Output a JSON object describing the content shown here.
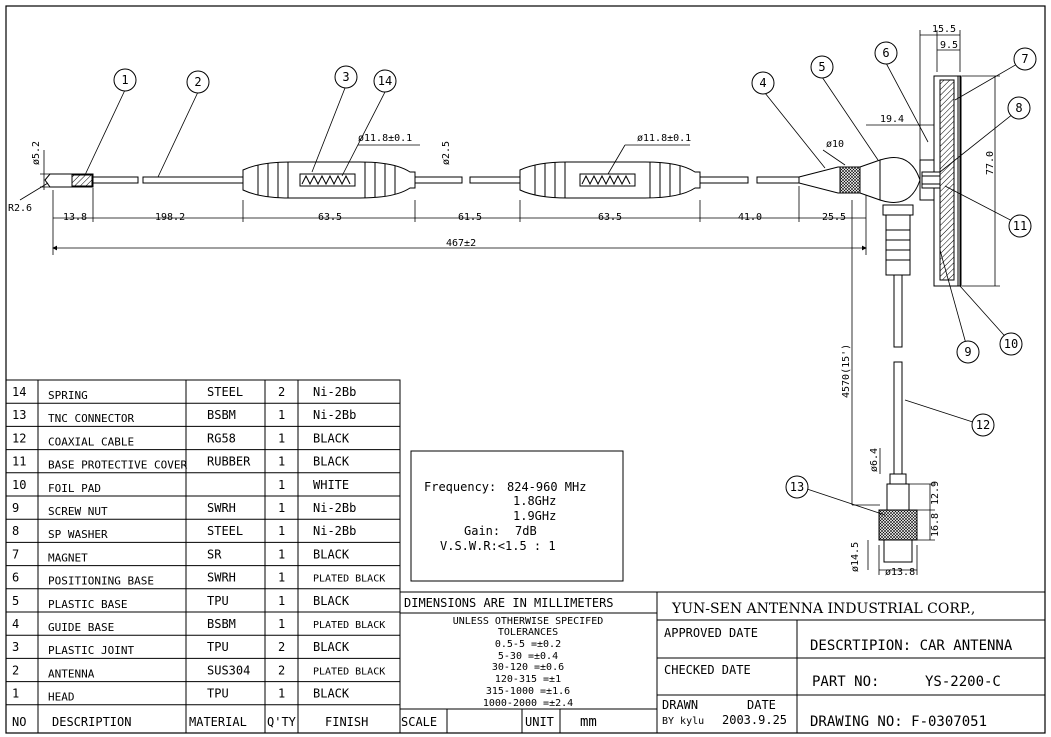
{
  "drawing": {
    "dims": {
      "r26": "R2.6",
      "d52": "ø5.2",
      "d118a": "ø11.8±0.1",
      "d118b": "ø11.8±0.1",
      "d25": "ø2.5",
      "d10": "ø10",
      "s138": "13.8",
      "s1982": "198.2",
      "s635a": "63.5",
      "s615": "61.5",
      "s635b": "63.5",
      "s410": "41.0",
      "s255": "25.5",
      "total": "467±2",
      "w155": "15.5",
      "w95": "9.5",
      "w194": "19.4",
      "h770": "77.0",
      "cable": "4570(15')",
      "d64": "ø6.4",
      "h129": "12.9",
      "h168": "16.8",
      "d145": "ø14.5",
      "d138": "ø13.8"
    },
    "balloons": [
      "1",
      "2",
      "3",
      "14",
      "4",
      "5",
      "6",
      "7",
      "8",
      "11",
      "9",
      "10",
      "12",
      "13"
    ]
  },
  "bom": {
    "rows": [
      {
        "no": "14",
        "desc": "SPRING",
        "mat": "STEEL",
        "qty": "2",
        "fin": "Ni-2Bb"
      },
      {
        "no": "13",
        "desc": "TNC CONNECTOR",
        "mat": "BSBM",
        "qty": "1",
        "fin": "Ni-2Bb"
      },
      {
        "no": "12",
        "desc": "COAXIAL CABLE",
        "mat": "RG58",
        "qty": "1",
        "fin": "BLACK"
      },
      {
        "no": "11",
        "desc": "BASE PROTECTIVE COVER",
        "mat": "RUBBER",
        "qty": "1",
        "fin": "BLACK"
      },
      {
        "no": "10",
        "desc": "FOIL PAD",
        "mat": "",
        "qty": "1",
        "fin": "WHITE"
      },
      {
        "no": "9",
        "desc": "SCREW NUT",
        "mat": "SWRH",
        "qty": "1",
        "fin": "Ni-2Bb"
      },
      {
        "no": "8",
        "desc": "SP WASHER",
        "mat": "STEEL",
        "qty": "1",
        "fin": "Ni-2Bb"
      },
      {
        "no": "7",
        "desc": "MAGNET",
        "mat": "SR",
        "qty": "1",
        "fin": "BLACK"
      },
      {
        "no": "6",
        "desc": "POSITIONING BASE",
        "mat": "SWRH",
        "qty": "1",
        "fin": "PLATED BLACK"
      },
      {
        "no": "5",
        "desc": "PLASTIC BASE",
        "mat": "TPU",
        "qty": "1",
        "fin": "BLACK"
      },
      {
        "no": "4",
        "desc": "GUIDE BASE",
        "mat": "BSBM",
        "qty": "1",
        "fin": "PLATED BLACK"
      },
      {
        "no": "3",
        "desc": "PLASTIC JOINT",
        "mat": "TPU",
        "qty": "2",
        "fin": "BLACK"
      },
      {
        "no": "2",
        "desc": "ANTENNA",
        "mat": "SUS304",
        "qty": "2",
        "fin": "PLATED BLACK"
      },
      {
        "no": "1",
        "desc": "HEAD",
        "mat": "TPU",
        "qty": "1",
        "fin": "BLACK"
      }
    ],
    "header": {
      "no": "NO",
      "desc": "DESCRIPTION",
      "mat": "MATERIAL",
      "qty": "Q'TY",
      "fin": "FINISH",
      "scale": "SCALE",
      "unit": "UNIT",
      "unit_val": "mm"
    }
  },
  "specs": {
    "freq_label": "Frequency:",
    "freq_1": "824-960 MHz",
    "freq_2": "1.8GHz",
    "freq_3": "1.9GHz",
    "gain_label": "Gain:",
    "gain": "7dB",
    "vswr": "V.S.W.R:<1.5 : 1"
  },
  "tolerances": {
    "title": "DIMENSIONS ARE IN MILLIMETERS",
    "line1": "UNLESS OTHERWISE SPECIFED",
    "line2": "TOLERANCES",
    "rows": [
      "0.5-5  =±0.2",
      "5-30  =±0.4",
      "30-120  =±0.6",
      "120-315  =±1",
      "315-1000  =±1.6",
      "1000-2000  =±2.4"
    ]
  },
  "title_block": {
    "company": "YUN-SEN ANTENNA INDUSTRIAL CORP.,",
    "approved": "APPROVED DATE",
    "checked": "CHECKED   DATE",
    "drawn": "DRAWN",
    "drawn_date": "DATE",
    "drawn_by": "BY kylu",
    "date_val": "2003.9.25",
    "description": "DESCRTIPION: CAR ANTENNA",
    "part_label": "PART NO:",
    "part_no": "YS-2200-C",
    "drawing_no": "DRAWING NO: F-0307051"
  }
}
